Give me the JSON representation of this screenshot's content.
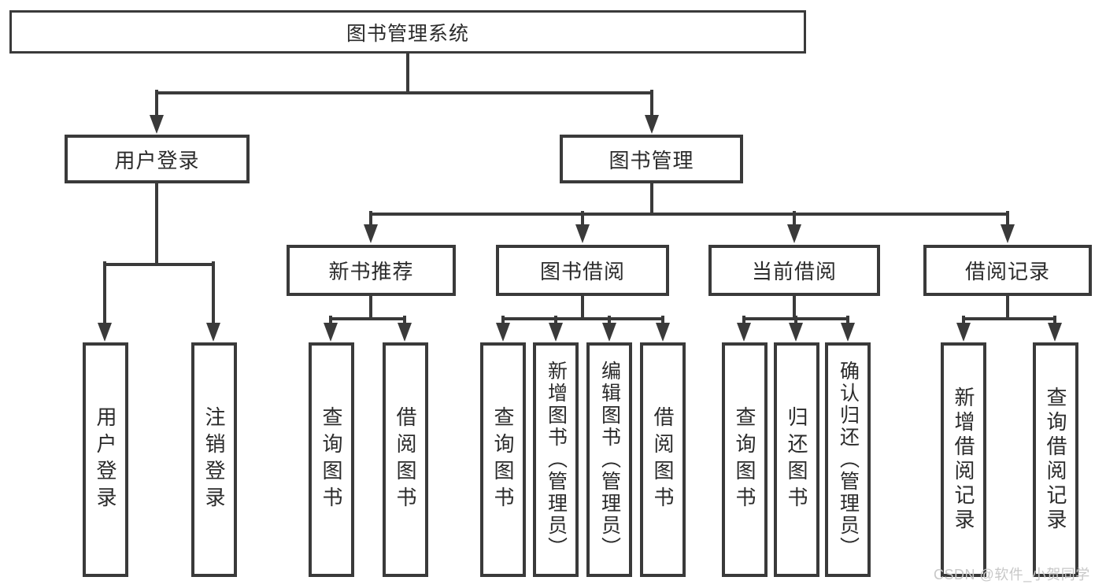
{
  "diagram": {
    "title": "图书管理系统",
    "root": {
      "label": "图书管理系统"
    },
    "level2": [
      {
        "id": "user-login",
        "label": "用户登录",
        "parent": "图书管理系统"
      },
      {
        "id": "book-management",
        "label": "图书管理",
        "parent": "图书管理系统"
      }
    ],
    "level3": [
      {
        "id": "new-book-recommend",
        "label": "新书推荐",
        "parent": "图书管理"
      },
      {
        "id": "book-borrowing",
        "label": "图书借阅",
        "parent": "图书管理"
      },
      {
        "id": "current-borrowing",
        "label": "当前借阅",
        "parent": "图书管理"
      },
      {
        "id": "borrow-records",
        "label": "借阅记录",
        "parent": "图书管理"
      }
    ],
    "leaves": [
      {
        "id": "user-login-leaf",
        "label": "用户登录",
        "parent": "用户登录"
      },
      {
        "id": "logout",
        "label": "注销登录",
        "parent": "用户登录"
      },
      {
        "id": "search-books-1",
        "label": "查询图书",
        "parent": "新书推荐"
      },
      {
        "id": "borrow-book-1",
        "label": "借阅图书",
        "parent": "新书推荐"
      },
      {
        "id": "search-books-2",
        "label": "查询图书",
        "parent": "图书借阅"
      },
      {
        "id": "add-book-admin",
        "label": "新增图书（管理员）",
        "parent": "图书借阅"
      },
      {
        "id": "edit-book-admin",
        "label": "编辑图书（管理员）",
        "parent": "图书借阅"
      },
      {
        "id": "borrow-book-2",
        "label": "借阅图书",
        "parent": "图书借阅"
      },
      {
        "id": "search-books-3",
        "label": "查询图书",
        "parent": "当前借阅"
      },
      {
        "id": "return-book",
        "label": "归还图书",
        "parent": "当前借阅"
      },
      {
        "id": "confirm-return-admin",
        "label": "确认归还（管理员）",
        "parent": "当前借阅"
      },
      {
        "id": "add-borrow-record",
        "label": "新增借阅记录",
        "parent": "借阅记录"
      },
      {
        "id": "search-borrow-record",
        "label": "查询借阅记录",
        "parent": "借阅记录"
      }
    ],
    "watermark": "CSDN @软件_小贺同学",
    "colors": {
      "line": "#3a3a3a",
      "text": "#2b2b2b",
      "box_background": "#ffffff",
      "watermark": "#c8c8c8"
    }
  }
}
